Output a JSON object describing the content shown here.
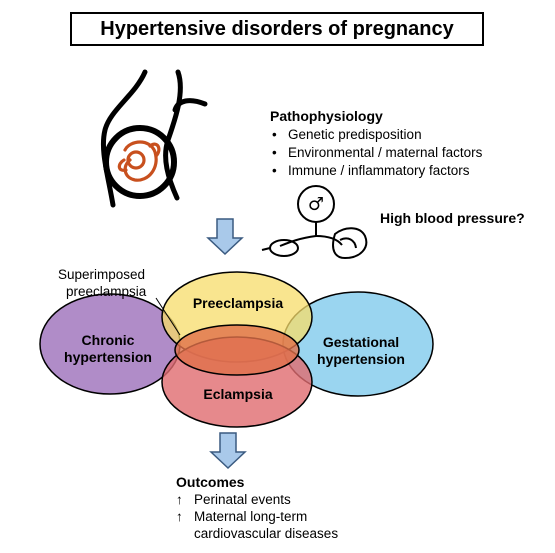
{
  "title": "Hypertensive disorders of pregnancy",
  "pathophysiology": {
    "heading": "Pathophysiology",
    "items": [
      "Genetic predisposition",
      "Environmental / maternal factors",
      "Immune / inflammatory factors"
    ]
  },
  "blood_pressure": {
    "question": "High blood pressure?",
    "symbol": "♂"
  },
  "superimposed": [
    "Superimposed",
    "preeclampsia"
  ],
  "venn": {
    "preeclampsia": "Preeclampsia",
    "chronic": [
      "Chronic",
      "hypertension"
    ],
    "gestational": [
      "Gestational",
      "hypertension"
    ],
    "eclampsia": "Eclampsia",
    "colors": {
      "preeclampsia": "#f7dc6a",
      "chronic": "#a77fc2",
      "gestational": "#8fd0ee",
      "eclampsia": "#e06b6f",
      "center": "#e0704a"
    }
  },
  "outcomes": {
    "heading": "Outcomes",
    "arrow": "↑",
    "items": [
      "Perinatal events",
      "Maternal long-term"
    ],
    "continuation": "cardiovascular diseases"
  },
  "arrow_color": "#a9c9ea",
  "fetus_color": "#c8501e"
}
